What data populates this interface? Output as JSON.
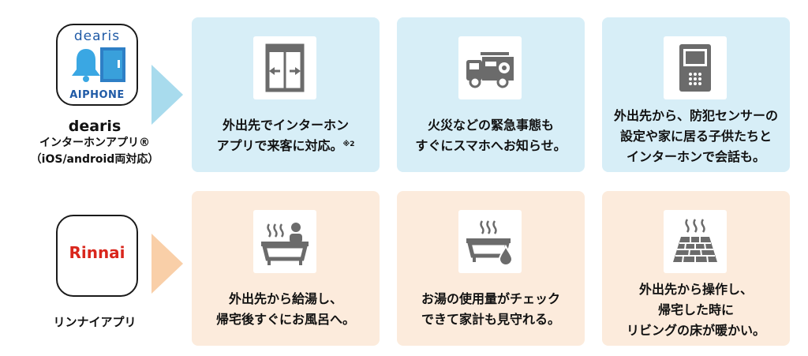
{
  "apps": {
    "dearis": {
      "logo_word": "dearis",
      "logo_brand": "AIPHONE",
      "title": "dearis",
      "line1": "インターホンアプリ®",
      "line2": "（iOS/android両対応）"
    },
    "rinnai": {
      "logo_word": "Rinnai",
      "caption": "リンナイアプリ"
    }
  },
  "colors": {
    "blue_card": "#d7eef7",
    "blue_arrow": "#a8dbed",
    "peach_card": "#fcebdc",
    "peach_arrow": "#f9cfa8",
    "icon_gray": "#6b6b6b",
    "dearis_blue": "#1f5aa6",
    "rinnai_red": "#d9261c"
  },
  "cards": {
    "intercom_visitor": {
      "icon": "automatic-door-icon",
      "line1": "外出先でインターホン",
      "line2": "アプリで来客に対応。",
      "note": "※2"
    },
    "fire_alert": {
      "icon": "fire-truck-icon",
      "line1": "火災などの緊急事態も",
      "line2": "すぐにスマホへお知らせ。"
    },
    "security_talk": {
      "icon": "intercom-monitor-icon",
      "line1": "外出先から、防犯センサーの",
      "line2": "設定や家に居る子供たちと",
      "line3": "インターホンで会話も。"
    },
    "bath_fill": {
      "icon": "bath-person-icon",
      "line1": "外出先から給湯し、",
      "line2": "帰宅後すぐにお風呂へ。"
    },
    "water_usage": {
      "icon": "bath-water-drop-icon",
      "line1": "お湯の使用量がチェック",
      "line2": "できて家計も見守れる。"
    },
    "floor_heating": {
      "icon": "floor-heating-icon",
      "line1": "外出先から操作し、",
      "line2": "帰宅した時に",
      "line3": "リビングの床が暖かい。"
    }
  }
}
